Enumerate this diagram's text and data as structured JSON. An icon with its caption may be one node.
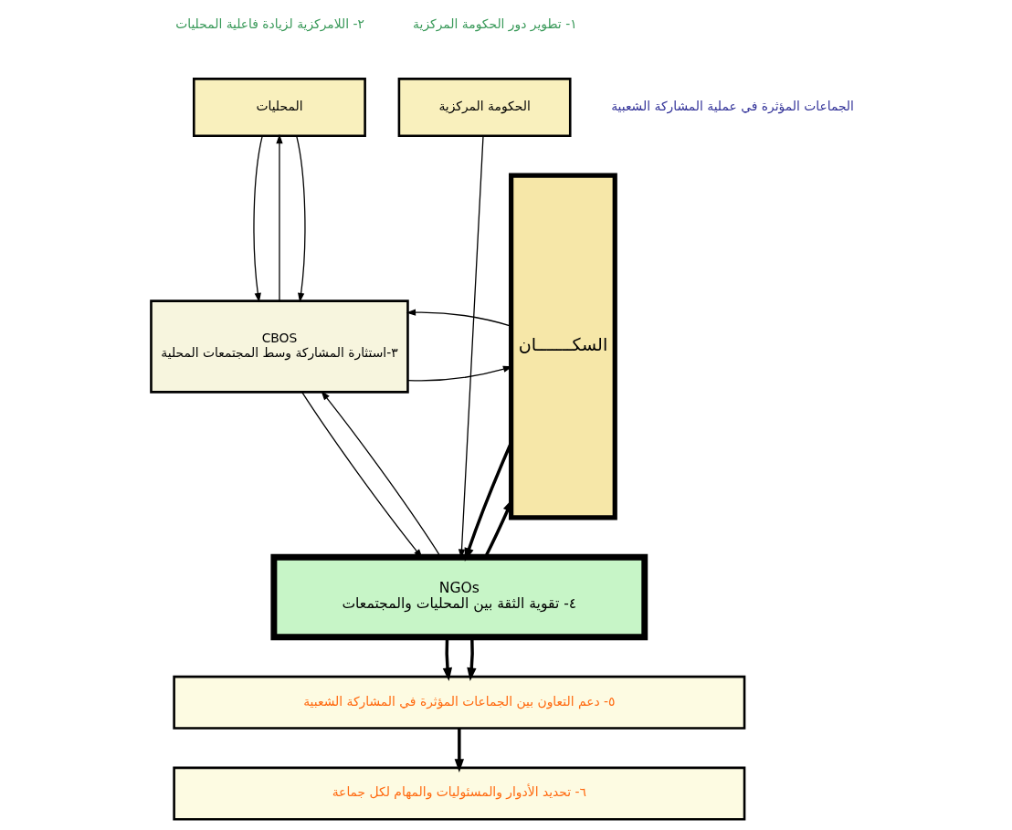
{
  "diagram": {
    "nodes": [
      {
        "text": [
          "السكـــــــان"
        ]
      },
      {
        "text": [
          "المحليات"
        ]
      },
      {
        "text": [
          "الحكومة المركزية"
        ]
      },
      {
        "text": [
          "CBOS",
          "٣-استثارة المشاركة وسط المجتمعات المحلية"
        ]
      },
      {
        "text": [
          "NGOs",
          "٤- تقوية الثقة بين المحليات والمجتمعات"
        ]
      },
      {
        "text": [
          "٥- دعم التعاون بين الجماعات المؤثرة في المشاركة الشعبية"
        ]
      },
      {
        "text": [
          "٦- تحديد الأدوار والمسئوليات والمهام لكل جماعة"
        ]
      }
    ],
    "edges": [
      {
        "from": 1,
        "to": 3,
        "arrow": "to"
      },
      {
        "from": 3,
        "to": 1,
        "arrow": "to"
      },
      {
        "from": 1,
        "to": 3,
        "arrow": "to"
      },
      {
        "from": 2,
        "to": 4,
        "arrow": "to"
      },
      {
        "from": 3,
        "to": 0,
        "arrow": "to"
      },
      {
        "from": 0,
        "to": 3,
        "arrow": "to"
      },
      {
        "from": 3,
        "to": 4,
        "arrow": "to"
      },
      {
        "from": 4,
        "to": 3,
        "arrow": "to"
      },
      {
        "from": 4,
        "to": 0,
        "arrow": "to",
        "style": "thick"
      },
      {
        "from": 0,
        "to": 4,
        "arrow": "to",
        "style": "thick"
      },
      {
        "from": 4,
        "to": 5,
        "arrow": "to",
        "style": "thick"
      },
      {
        "from": 4,
        "to": 5,
        "arrow": "to",
        "style": "thick"
      },
      {
        "from": 5,
        "to": 6,
        "arrow": "to",
        "style": "thick"
      }
    ],
    "labels": [
      "٢- اللامركزية لزيادة فاعلية المحليات",
      "١- تطوير دور الحكومة المركزية",
      "الجماعات المؤثرة في عملية المشاركة الشعبية"
    ]
  }
}
